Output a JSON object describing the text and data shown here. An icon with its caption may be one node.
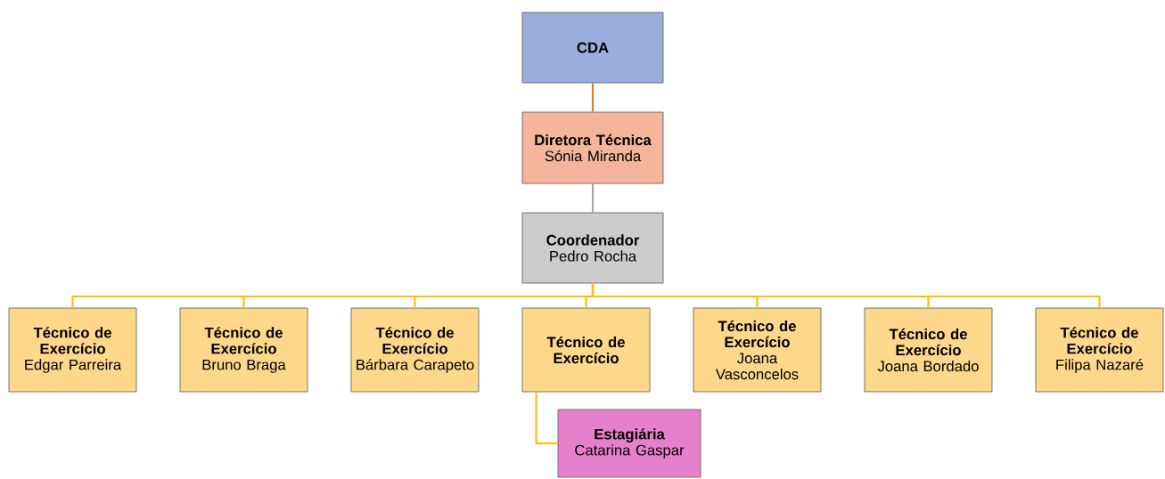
{
  "diagram": {
    "nodes": [
      {
        "text": [
          "CDA"
        ]
      },
      {
        "text": [
          "Diretora Técnica",
          "Sónia Miranda"
        ]
      },
      {
        "text": [
          "Coordenador",
          "Pedro Rocha"
        ]
      },
      {
        "text": [
          "Técnico de Exercício",
          "Edgar Parreira"
        ]
      },
      {
        "text": [
          "Técnico de Exercício",
          "Bruno Braga"
        ]
      },
      {
        "text": [
          "Técnico de Exercício",
          "Bárbara Carapeto"
        ]
      },
      {
        "text": [
          "Técnico de Exercício"
        ]
      },
      {
        "text": [
          "Técnico de Exercício",
          "Joana Vasconcelos"
        ]
      },
      {
        "text": [
          "Técnico de Exercício",
          "Joana Bordado"
        ]
      },
      {
        "text": [
          "Técnico de Exercício",
          "Filipa Nazaré"
        ]
      },
      {
        "text": [
          "Estagiária",
          "Catarina Gaspar"
        ]
      }
    ],
    "edges": [
      {
        "from": 0,
        "to": 1,
        "arrow": "none",
        "color": "#e8782e"
      },
      {
        "from": 1,
        "to": 2,
        "arrow": "none",
        "color": "#a6a6a6"
      },
      {
        "from": 2,
        "to": 3,
        "arrow": "none"
      },
      {
        "from": 2,
        "to": 4,
        "arrow": "none"
      },
      {
        "from": 2,
        "to": 5,
        "arrow": "none"
      },
      {
        "from": 2,
        "to": 6,
        "arrow": "none"
      },
      {
        "from": 2,
        "to": 7,
        "arrow": "none"
      },
      {
        "from": 2,
        "to": 8,
        "arrow": "none"
      },
      {
        "from": 2,
        "to": 9,
        "arrow": "none"
      },
      {
        "from": 6,
        "to": 10,
        "arrow": "none"
      }
    ]
  }
}
